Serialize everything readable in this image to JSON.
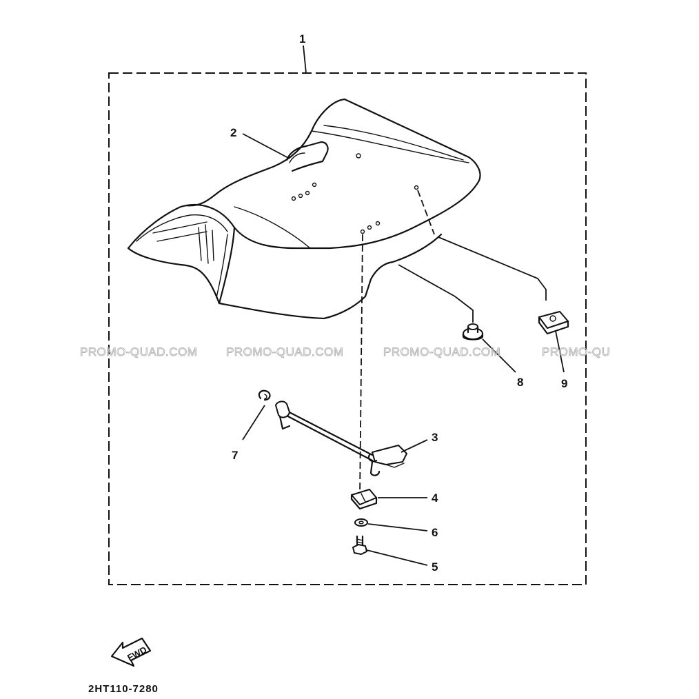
{
  "callouts": {
    "c1": "1",
    "c2": "2",
    "c3": "3",
    "c4": "4",
    "c5": "5",
    "c6": "6",
    "c7": "7",
    "c8": "8",
    "c9": "9"
  },
  "watermarks": [
    "PROMO-QUAD.COM",
    "PROMO-QUAD.COM",
    "PROMO-QUAD.COM",
    "PROMO-QU"
  ],
  "fwd_label": "FWD",
  "diagram_code": "2HT110-7280"
}
